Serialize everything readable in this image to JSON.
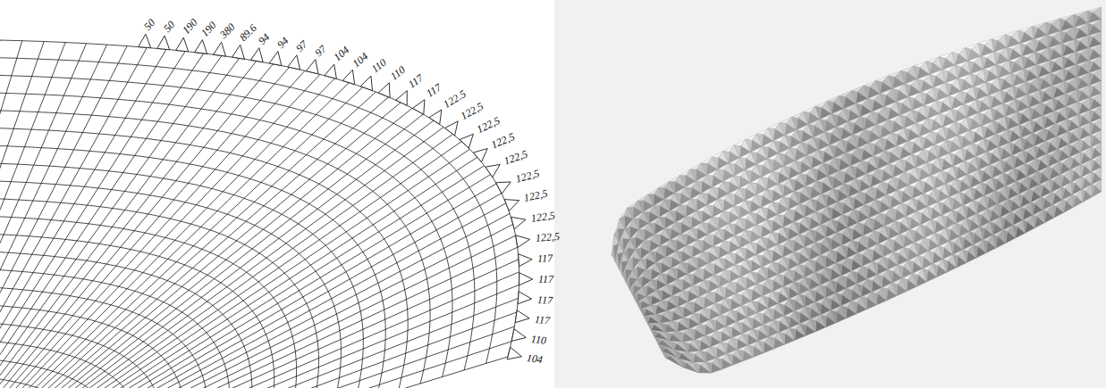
{
  "diagram": {
    "labels": [
      "50",
      "50",
      "190",
      "190",
      "380",
      "89.6",
      "94",
      "94",
      "97",
      "97",
      "104",
      "104",
      "110",
      "110",
      "117",
      "117",
      "122.5",
      "122,5",
      "122,5",
      "122,5",
      "122,5",
      "122,5",
      "122,5",
      "122,5",
      "122,5",
      "117",
      "117",
      "117",
      "117",
      "110",
      "104"
    ]
  }
}
